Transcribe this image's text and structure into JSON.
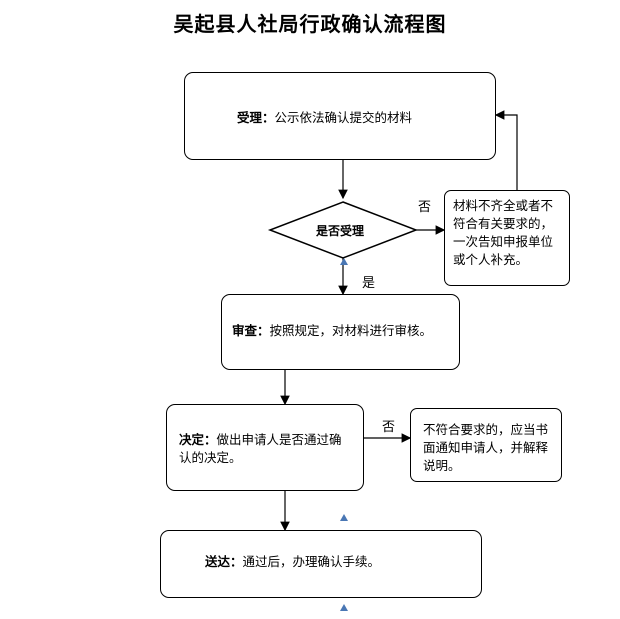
{
  "title": "吴起县人社局行政确认流程图",
  "steps": {
    "accept": {
      "head": "受理：",
      "body": "公示依法确认提交的材料"
    },
    "decision_question": "是否受理",
    "reject_supplement": "材料不齐全或者不符合有关要求的，一次告知申报单位或个人补充。",
    "review": {
      "head": "审查：",
      "body": "按照规定，对材料进行审核。"
    },
    "decide": {
      "head": "决定：",
      "body": "做出申请人是否通过确认的决定。"
    },
    "not_meet": "不符合要求的，应当书面通知申请人，并解释说明。",
    "deliver": {
      "head": "送达：",
      "body": "通过后，办理确认手续。"
    }
  },
  "labels": {
    "yes": "是",
    "no_1": "否",
    "no_2": "否"
  },
  "colors": {
    "line": "#000000",
    "marker": "#4a77b4"
  }
}
